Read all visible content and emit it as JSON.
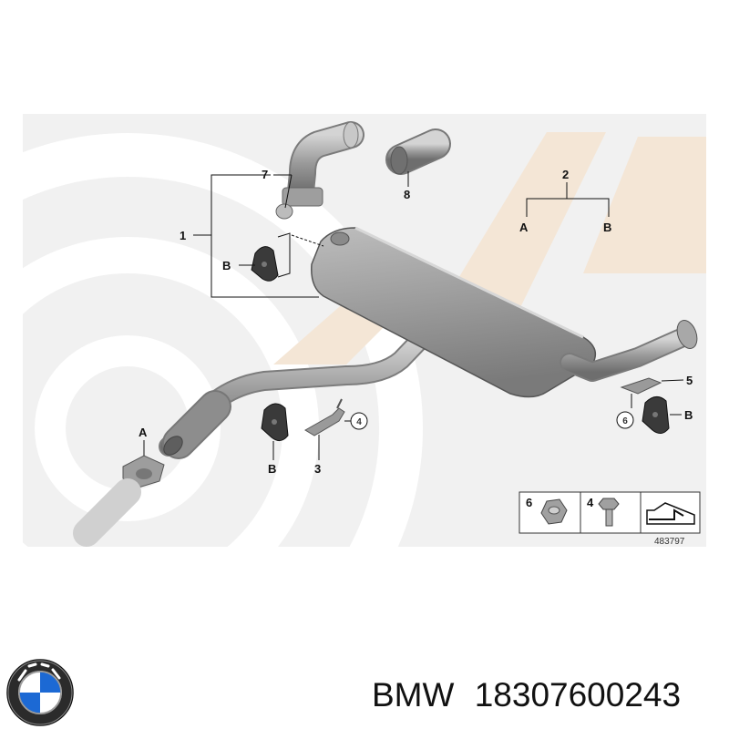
{
  "diagram": {
    "drawing_number": "483797",
    "callouts": {
      "c1": "1",
      "c2": "2",
      "c2_a": "A",
      "c2_b": "B",
      "c3": "3",
      "c4": "4",
      "c5": "5",
      "c6": "6",
      "c7": "7",
      "c8": "8",
      "b_left": "B",
      "b_bottom": "B",
      "b_right": "B",
      "a_left": "A"
    },
    "legend": {
      "item6": "6",
      "item4": "4"
    },
    "colors": {
      "part_gray": "#9a9a9a",
      "watermark_gray": "#e9e9e9",
      "watermark_tan": "#f4e6d6"
    },
    "icons": [
      "bmw-roundel-icon",
      "hex-nut-icon",
      "hex-bolt-icon",
      "wedge-tool-icon"
    ]
  },
  "caption": {
    "brand": "BMW",
    "part_number": "18307600243"
  }
}
